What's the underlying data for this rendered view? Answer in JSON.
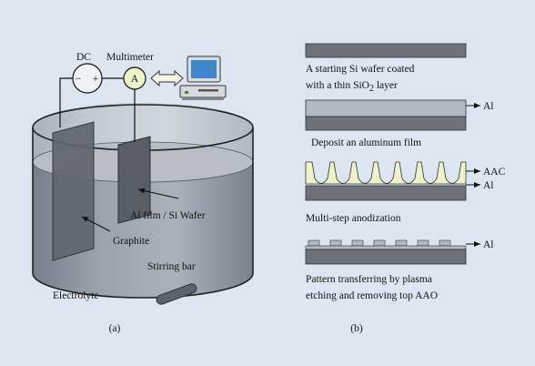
{
  "panel_a": {
    "dc_label": "DC",
    "minus_sign": "−",
    "plus_sign": "+",
    "multimeter_label": "Multimeter",
    "ammeter_symbol": "A",
    "wafer_label": "Al film / Si Wafer",
    "graphite_label": "Graphite",
    "stirring_label": "Stirring bar",
    "electrolyte_label": "Electrolyte",
    "caption": "(a)"
  },
  "panel_b": {
    "step1_line1": "A starting Si wafer coated",
    "step1_line2_prefix": "with a thin SiO",
    "step1_line2_sub": "2",
    "step1_line2_suffix": " layer",
    "step2_text": "Deposit an aluminum film",
    "step2_arrow_label": "Al",
    "step3_text": "Multi-step anodization",
    "step3_arrow_label_top": "AAC",
    "step3_arrow_label_bottom": "Al",
    "step4_line1": "Pattern transferring by plasma",
    "step4_line2": "etching and removing top AAO",
    "step4_arrow_label": "Al",
    "caption": "(b)"
  },
  "colors": {
    "background": "#dde6f0",
    "silicon": "#6c7279",
    "aluminum": "#b1b9c3",
    "anodic": "#eef2c9",
    "liquid": "#8f98a3",
    "computer_screen": "#3f86c9"
  }
}
